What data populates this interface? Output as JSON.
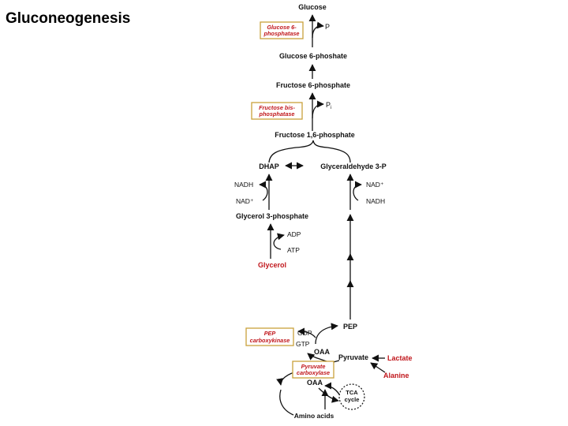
{
  "title": "Gluconeogenesis",
  "metabolites": {
    "glucose": "Glucose",
    "g6p": "Glucose 6-phoshate",
    "f6p": "Fructose 6-phosphate",
    "f16bp": "Fructose 1,6-phosphate",
    "dhap": "DHAP",
    "g3p": "Glyceraldehyde 3-P",
    "glycerol3p": "Glycerol 3-phosphate",
    "glycerol": "Glycerol",
    "pep": "PEP",
    "oaa_top": "OAA",
    "pyruvate": "Pyruvate",
    "lactate": "Lactate",
    "alanine": "Alanine",
    "oaa_bottom": "OAA",
    "tca_line1": "TCA",
    "tca_line2": "cycle",
    "amino_acids": "Amino acids"
  },
  "cofactors": {
    "p1": "P",
    "p2": "P",
    "p2_sub": "i",
    "nadh_left": "NADH",
    "nad_left": "NAD⁺",
    "nad_right": "NAD⁺",
    "nadh_right": "NADH",
    "adp": "ADP",
    "atp": "ATP",
    "gdp": "GDP",
    "gtp": "GTP"
  },
  "enzymes": {
    "g6pase_line1": "Glucose 6-",
    "g6pase_line2": "phosphatase",
    "fbpase_line1": "Fructose bis-",
    "fbpase_line2": "phosphatase",
    "pepck_line1": "PEP",
    "pepck_line2": "carboxykinase",
    "pc_line1": "Pyruvate",
    "pc_line2": "carboxylase"
  },
  "colors": {
    "highlight_red": "#c0161b",
    "enzyme_box_border": "#c9a13b"
  }
}
